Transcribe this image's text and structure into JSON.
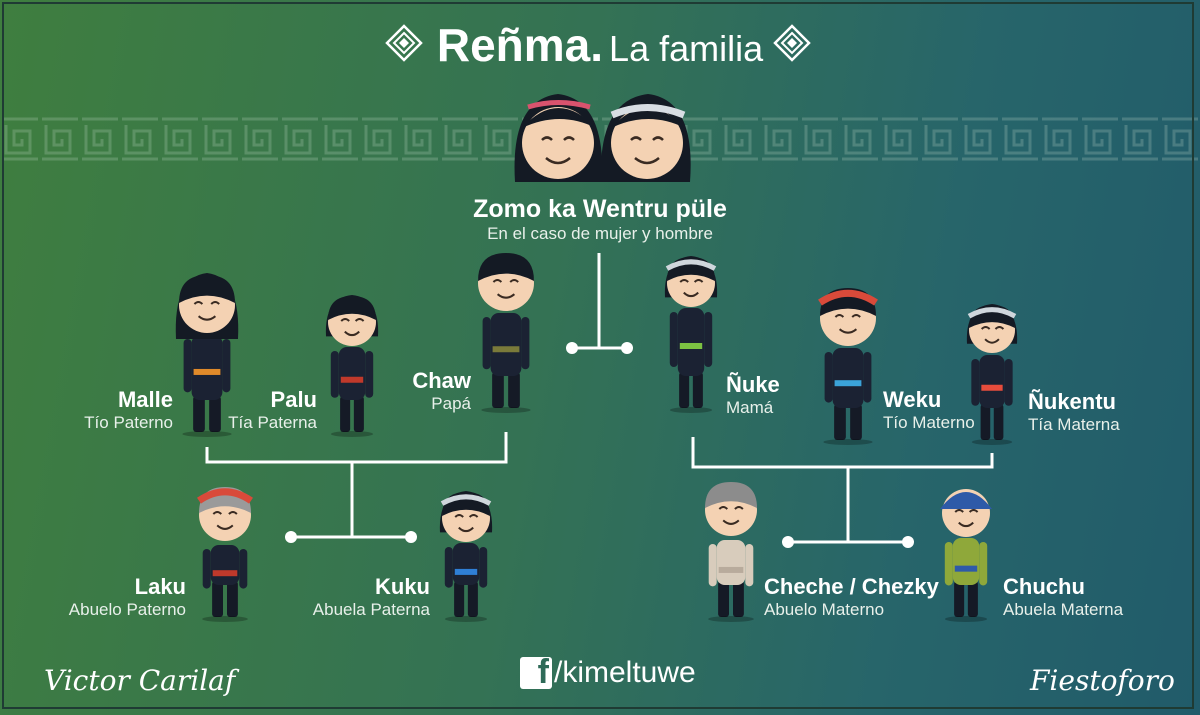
{
  "title": {
    "main": "Reñma.",
    "sub": "La familia"
  },
  "center": {
    "name": "Zomo ka Wentru püle",
    "role": "En el caso de mujer y hombre"
  },
  "people": {
    "malle": {
      "name": "Malle",
      "role": "Tío Paterno"
    },
    "palu": {
      "name": "Palu",
      "role": "Tía Paterna"
    },
    "chaw": {
      "name": "Chaw",
      "role": "Papá"
    },
    "nuke": {
      "name": "Ñuke",
      "role": "Mamá"
    },
    "weku": {
      "name": "Weku",
      "role": "Tío Materno"
    },
    "nukentu": {
      "name": "Ñukentu",
      "role": "Tía Materna"
    },
    "laku": {
      "name": "Laku",
      "role": "Abuelo Paterno"
    },
    "kuku": {
      "name": "Kuku",
      "role": "Abuela Paterna"
    },
    "cheche": {
      "name": "Cheche / Chezky",
      "role": "Abuelo Materno"
    },
    "chuchu": {
      "name": "Chuchu",
      "role": "Abuela Materna"
    }
  },
  "footer": {
    "author_left": "Victor Carilaf",
    "facebook": "/kimeltuwe",
    "author_right": "Fiestoforo"
  },
  "colors": {
    "bg_left": "#3f7e3f",
    "bg_right": "#215b6a",
    "text": "#ffffff",
    "skin": "#f4d2b3",
    "hair": "#141a24",
    "clothes": "#1b2233"
  },
  "icons": [
    "diamond-ornament-icon",
    "greek-key-pattern",
    "facebook-icon"
  ]
}
